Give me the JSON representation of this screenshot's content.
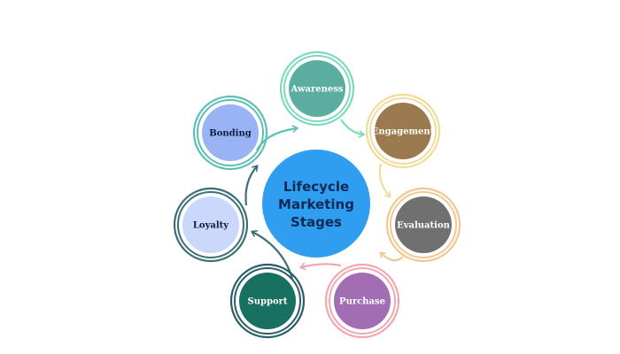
{
  "title_lines": [
    "Lifecycle",
    "Marketing",
    "Stages"
  ],
  "center_color": "#2f9ef0",
  "stages": [
    {
      "label": "Awareness",
      "fill": "#5aae9f",
      "ring": "#7fd8c0",
      "text": "#ffffff"
    },
    {
      "label": "Engagement",
      "fill": "#9a7a4e",
      "ring": "#f1dc9c",
      "text": "#ffffff"
    },
    {
      "label": "Evaluation",
      "fill": "#707070",
      "ring": "#f0c890",
      "text": "#ffffff"
    },
    {
      "label": "Purchase",
      "fill": "#a36db3",
      "ring": "#f0a8b0",
      "text": "#ffffff"
    },
    {
      "label": "Support",
      "fill": "#187060",
      "ring": "#2b5e66",
      "text": "#ffffff"
    },
    {
      "label": "Loyalty",
      "fill": "#c9d8fb",
      "ring": "#3d6f78",
      "text": "#0d1a3a"
    },
    {
      "label": "Bonding",
      "fill": "#9ab3f5",
      "ring": "#5fbfb5",
      "text": "#0d1a3a"
    }
  ]
}
